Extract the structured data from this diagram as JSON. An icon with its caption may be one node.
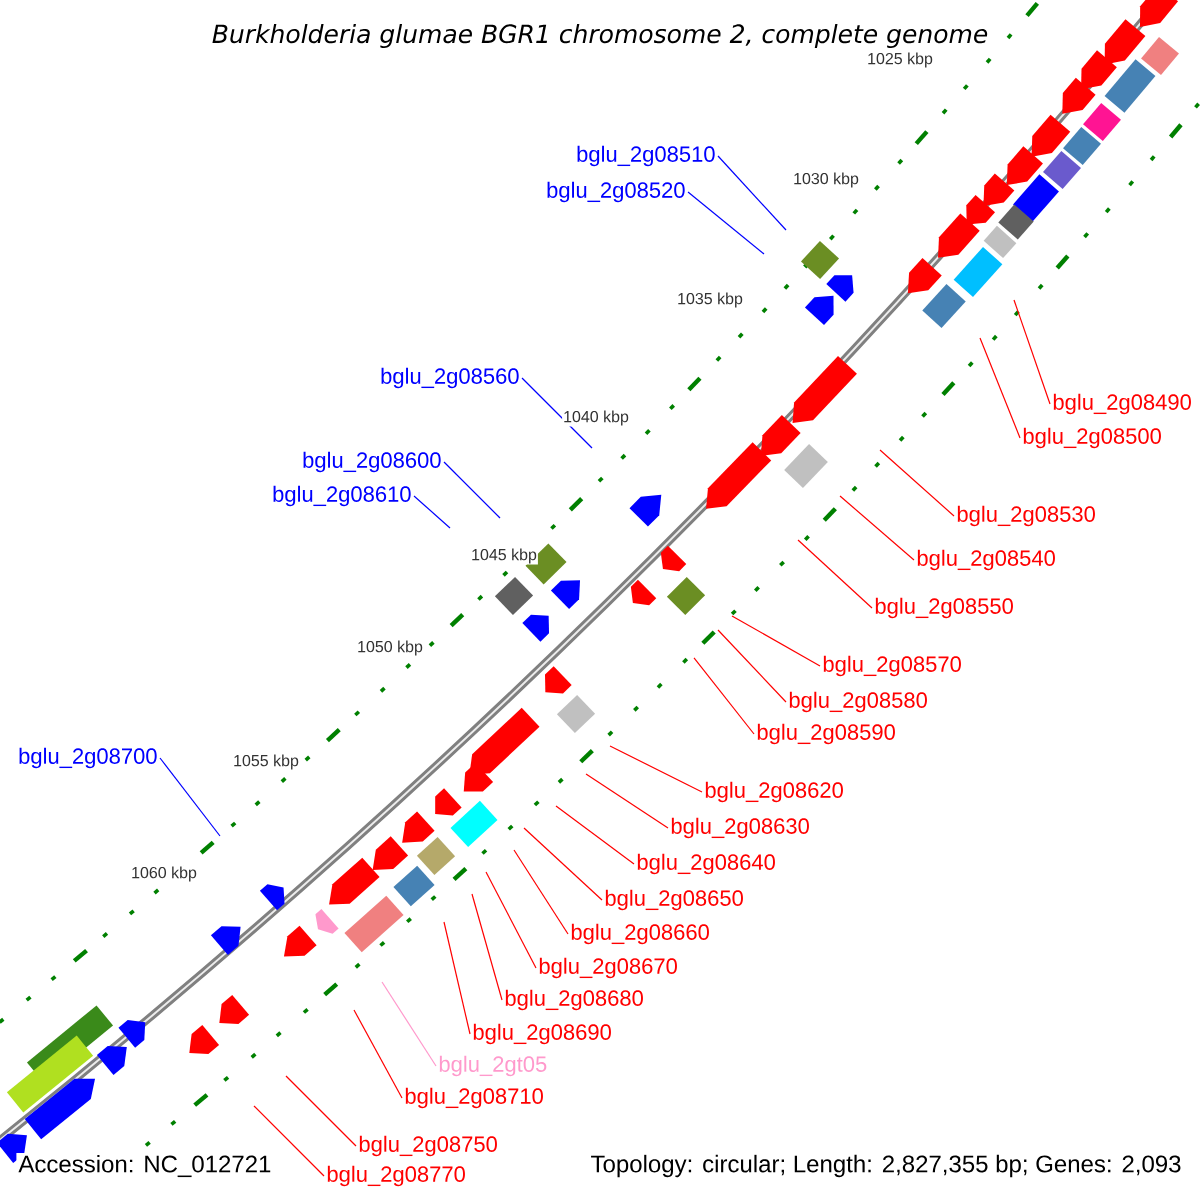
{
  "diagram": {
    "title": "Burkholderia glumae BGR1 chromosome 2, complete genome",
    "nodes": [
      {
        "text": [
          "bglu_2g08510"
        ]
      },
      {
        "text": [
          "bglu_2g08520"
        ]
      },
      {
        "text": [
          "bglu_2g08560"
        ]
      },
      {
        "text": [
          "bglu_2g08490"
        ]
      },
      {
        "text": [
          "bglu_2g08500"
        ]
      },
      {
        "text": [
          "bglu_2g08600"
        ]
      },
      {
        "text": [
          "bglu_2g08610"
        ]
      },
      {
        "text": [
          "bglu_2g08530"
        ]
      },
      {
        "text": [
          "bglu_2g08540"
        ]
      },
      {
        "text": [
          "bglu_2g08550"
        ]
      },
      {
        "text": [
          "bglu_2g08570"
        ]
      },
      {
        "text": [
          "bglu_2g08580"
        ]
      },
      {
        "text": [
          "bglu_2g08590"
        ]
      },
      {
        "text": [
          "bglu_2g08700"
        ]
      },
      {
        "text": [
          "bglu_2g08620"
        ]
      },
      {
        "text": [
          "bglu_2g08630"
        ]
      },
      {
        "text": [
          "bglu_2g08640"
        ]
      },
      {
        "text": [
          "bglu_2g08650"
        ]
      },
      {
        "text": [
          "bglu_2g08660"
        ]
      },
      {
        "text": [
          "bglu_2g08670"
        ]
      },
      {
        "text": [
          "bglu_2g08680"
        ]
      },
      {
        "text": [
          "bglu_2g08690"
        ]
      },
      {
        "text": [
          "bglu_2gt05"
        ]
      },
      {
        "text": [
          "bglu_2g08710"
        ]
      },
      {
        "text": [
          "bglu_2g08750"
        ]
      },
      {
        "text": [
          "bglu_2g08770"
        ]
      }
    ],
    "edges": [
      {
        "from": 0,
        "to": null,
        "arrow": "none",
        "color": "#0000ff"
      },
      {
        "from": 1,
        "to": null,
        "arrow": "none",
        "color": "#0000ff"
      },
      {
        "from": 2,
        "to": null,
        "arrow": "none",
        "color": "#0000ff"
      },
      {
        "from": 3,
        "to": null,
        "arrow": "none"
      },
      {
        "from": 4,
        "to": null,
        "arrow": "none"
      },
      {
        "from": 5,
        "to": null,
        "arrow": "none",
        "color": "#0000ff"
      },
      {
        "from": 6,
        "to": null,
        "arrow": "none",
        "color": "#0000ff"
      },
      {
        "from": 7,
        "to": null,
        "arrow": "none"
      },
      {
        "from": 8,
        "to": null,
        "arrow": "none"
      },
      {
        "from": 9,
        "to": null,
        "arrow": "none"
      },
      {
        "from": 10,
        "to": null,
        "arrow": "none"
      },
      {
        "from": 11,
        "to": null,
        "arrow": "none"
      },
      {
        "from": 12,
        "to": null,
        "arrow": "none"
      },
      {
        "from": 13,
        "to": null,
        "arrow": "none",
        "color": "#0000ff"
      },
      {
        "from": 14,
        "to": null,
        "arrow": "none"
      },
      {
        "from": 15,
        "to": null,
        "arrow": "none"
      },
      {
        "from": 16,
        "to": null,
        "arrow": "none"
      },
      {
        "from": 17,
        "to": null,
        "arrow": "none"
      },
      {
        "from": 18,
        "to": null,
        "arrow": "none"
      },
      {
        "from": 19,
        "to": null,
        "arrow": "none"
      },
      {
        "from": 20,
        "to": null,
        "arrow": "none"
      },
      {
        "from": 21,
        "to": null,
        "arrow": "none"
      },
      {
        "from": 22,
        "to": null,
        "arrow": "none",
        "color": "#ff99cc"
      },
      {
        "from": 23,
        "to": null,
        "arrow": "none"
      },
      {
        "from": 24,
        "to": null,
        "arrow": "none"
      },
      {
        "from": 25,
        "to": null,
        "arrow": "none"
      }
    ],
    "labels": [
      "1025 kbp",
      "1030 kbp",
      "1035 kbp",
      "1040 kbp",
      "1045 kbp",
      "1050 kbp",
      "1055 kbp",
      "1060 kbp",
      "Accession: NC_012721",
      "Topology: circular; Length: 2,827,355 bp; Genes: 2,093"
    ]
  }
}
